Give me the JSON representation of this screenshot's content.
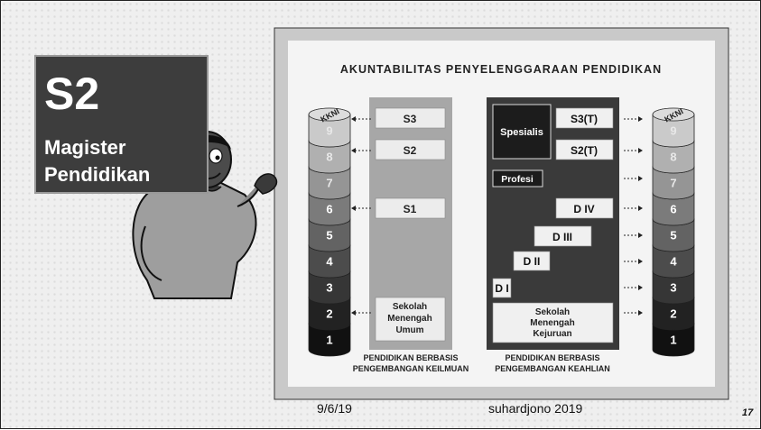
{
  "slide": {
    "title_box": {
      "heading": "S2",
      "line1": "Magister",
      "line2": "Pendidikan"
    },
    "footer": {
      "date": "9/6/19",
      "author": "suhardjono  2019",
      "page": "17"
    }
  },
  "figure": {
    "title": "AKUNTABILITAS PENYELENGGARAAN PENDIDIKAN",
    "kkni_label": "KKNI",
    "levels": [
      "1",
      "2",
      "3",
      "4",
      "5",
      "6",
      "7",
      "8",
      "9"
    ],
    "academic": {
      "items": [
        "S3",
        "S2",
        "S1"
      ],
      "school": [
        "Sekolah",
        "Menengah",
        "Umum"
      ],
      "caption": [
        "PENDIDIKAN BERBASIS",
        "PENGEMBANGAN KEILMUAN"
      ]
    },
    "vocational": {
      "specialist": "Spesialis",
      "s3t": "S3(T)",
      "s2t": "S2(T)",
      "profesi": "Profesi",
      "diplomas": [
        "D IV",
        "D III",
        "D II",
        "D I"
      ],
      "school": [
        "Sekolah",
        "Menengah",
        "Kejuruan"
      ],
      "caption": [
        "PENDIDIKAN BERBASIS",
        "PENGEMBANGAN KEAHLIAN"
      ]
    }
  }
}
